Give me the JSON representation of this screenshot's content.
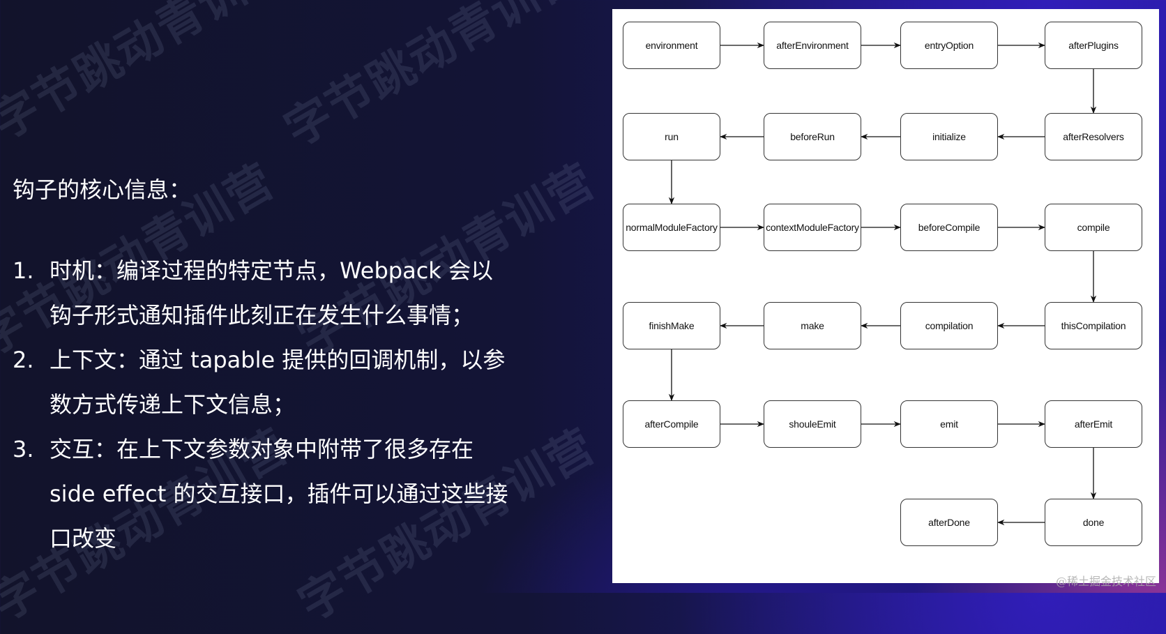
{
  "slide": {
    "heading": "钩子的核心信息：",
    "items": [
      {
        "num": "1.",
        "lines": [
          "时机：编译过程的特定节点，Webpack 会以",
          "钩子形式通知插件此刻正在发生什么事情；"
        ]
      },
      {
        "num": "2.",
        "lines": [
          "上下文：通过 tapable 提供的回调机制，以参",
          "数方式传递上下文信息；"
        ]
      },
      {
        "num": "3.",
        "lines": [
          "交互：在上下文参数对象中附带了很多存在",
          "side effect 的交互接口，插件可以通过这些接",
          "口改变"
        ]
      }
    ],
    "watermark_text": "字节跳动青训营",
    "credit": "@稀土掘金技术社区"
  },
  "diagram": {
    "nodes": [
      {
        "id": "environment",
        "label": "environment",
        "col": 0,
        "row": 0
      },
      {
        "id": "afterEnvironment",
        "label": "afterEnvironment",
        "col": 1,
        "row": 0
      },
      {
        "id": "entryOption",
        "label": "entryOption",
        "col": 2,
        "row": 0
      },
      {
        "id": "afterPlugins",
        "label": "afterPlugins",
        "col": 3,
        "row": 0
      },
      {
        "id": "afterResolvers",
        "label": "afterResolvers",
        "col": 3,
        "row": 1
      },
      {
        "id": "initialize",
        "label": "initialize",
        "col": 2,
        "row": 1
      },
      {
        "id": "beforeRun",
        "label": "beforeRun",
        "col": 1,
        "row": 1
      },
      {
        "id": "run",
        "label": "run",
        "col": 0,
        "row": 1
      },
      {
        "id": "normalModuleFactory",
        "label": "normalModuleFactory",
        "col": 0,
        "row": 2
      },
      {
        "id": "contextModuleFactory",
        "label": "contextModuleFactory",
        "col": 1,
        "row": 2
      },
      {
        "id": "beforeCompile",
        "label": "beforeCompile",
        "col": 2,
        "row": 2
      },
      {
        "id": "compile",
        "label": "compile",
        "col": 3,
        "row": 2
      },
      {
        "id": "thisCompilation",
        "label": "thisCompilation",
        "col": 3,
        "row": 3
      },
      {
        "id": "compilation",
        "label": "compilation",
        "col": 2,
        "row": 3
      },
      {
        "id": "make",
        "label": "make",
        "col": 1,
        "row": 3
      },
      {
        "id": "finishMake",
        "label": "finishMake",
        "col": 0,
        "row": 3
      },
      {
        "id": "afterCompile",
        "label": "afterCompile",
        "col": 0,
        "row": 4
      },
      {
        "id": "shouleEmit",
        "label": "shouleEmit",
        "col": 1,
        "row": 4
      },
      {
        "id": "emit",
        "label": "emit",
        "col": 2,
        "row": 4
      },
      {
        "id": "afterEmit",
        "label": "afterEmit",
        "col": 3,
        "row": 4
      },
      {
        "id": "done",
        "label": "done",
        "col": 3,
        "row": 5
      },
      {
        "id": "afterDone",
        "label": "afterDone",
        "col": 2,
        "row": 5
      }
    ],
    "edges": [
      [
        "environment",
        "afterEnvironment"
      ],
      [
        "afterEnvironment",
        "entryOption"
      ],
      [
        "entryOption",
        "afterPlugins"
      ],
      [
        "afterPlugins",
        "afterResolvers"
      ],
      [
        "afterResolvers",
        "initialize"
      ],
      [
        "initialize",
        "beforeRun"
      ],
      [
        "beforeRun",
        "run"
      ],
      [
        "run",
        "normalModuleFactory"
      ],
      [
        "normalModuleFactory",
        "contextModuleFactory"
      ],
      [
        "contextModuleFactory",
        "beforeCompile"
      ],
      [
        "beforeCompile",
        "compile"
      ],
      [
        "compile",
        "thisCompilation"
      ],
      [
        "thisCompilation",
        "compilation"
      ],
      [
        "compilation",
        "make"
      ],
      [
        "make",
        "finishMake"
      ],
      [
        "finishMake",
        "afterCompile"
      ],
      [
        "afterCompile",
        "shouleEmit"
      ],
      [
        "shouleEmit",
        "emit"
      ],
      [
        "emit",
        "afterEmit"
      ],
      [
        "afterEmit",
        "done"
      ],
      [
        "done",
        "afterDone"
      ]
    ]
  }
}
